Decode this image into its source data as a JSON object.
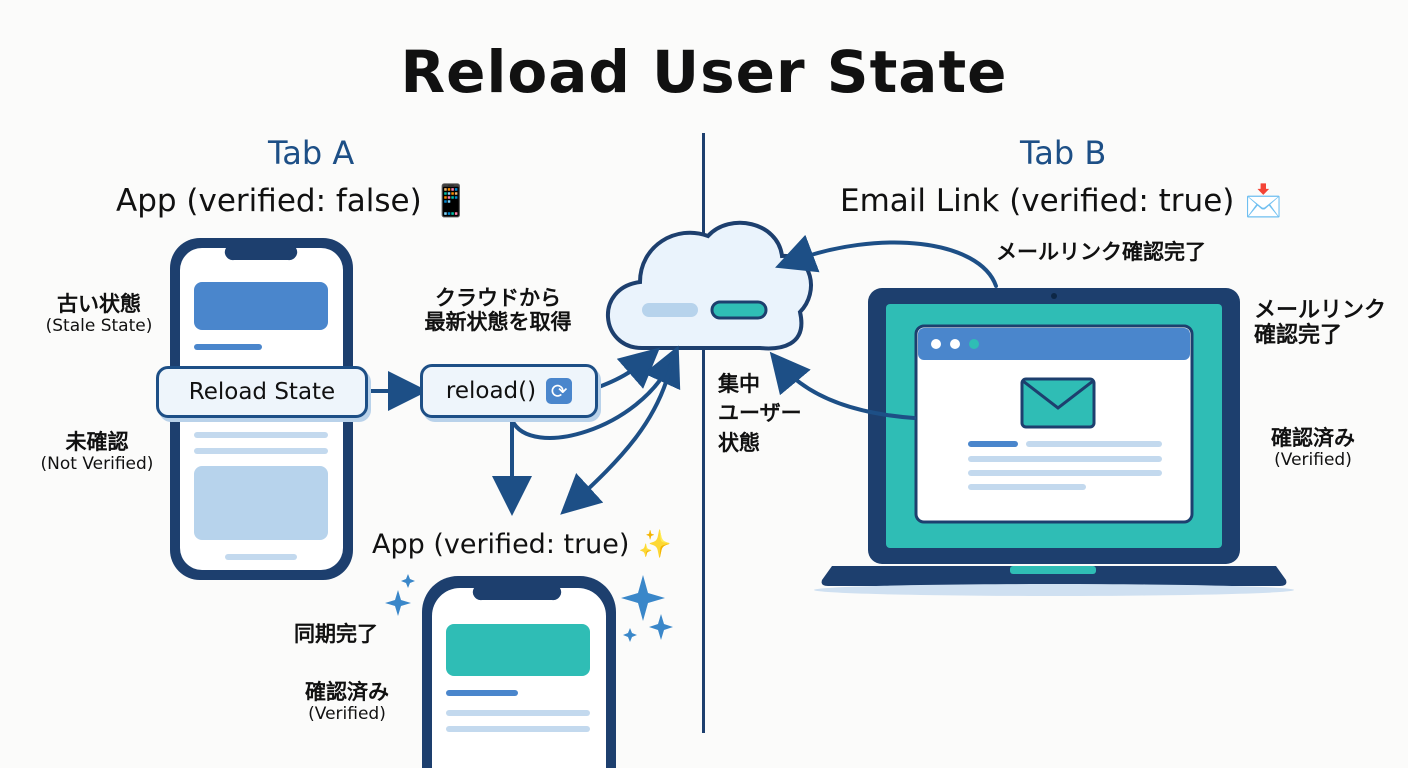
{
  "title": "Reload User State",
  "tab_a": {
    "label": "Tab A",
    "heading": "App (verified: false)",
    "heading_icon": "📱",
    "stale_jp": "古い状態",
    "stale_en": "(Stale State)",
    "unverified_jp": "未確認",
    "unverified_en": "(Not Verified)",
    "reload_state_label": "Reload State",
    "reload_fn_label": "reload()",
    "fetch_note_line1": "クラウドから",
    "fetch_note_line2": "最新状態を取得",
    "result_heading": "App (verified: true)",
    "result_icon": "✨",
    "synced_jp": "同期完了",
    "verified_jp": "確認済み",
    "verified_en": "(Verified)"
  },
  "center": {
    "central_line1": "集中",
    "central_line2": "ユーザー",
    "central_line3": "状態"
  },
  "tab_b": {
    "label": "Tab B",
    "heading": "Email Link (verified: true)",
    "heading_icon": "📩",
    "arrow_note": "メールリンク確認完了",
    "side_line1": "メールリンク",
    "side_line2": "確認完了",
    "verified_jp": "確認済み",
    "verified_en": "(Verified)"
  },
  "colors": {
    "navy": "#1d3f6e",
    "blue": "#4a86cc",
    "teal": "#2fbdb5",
    "light_blue": "#b7d3ec"
  }
}
